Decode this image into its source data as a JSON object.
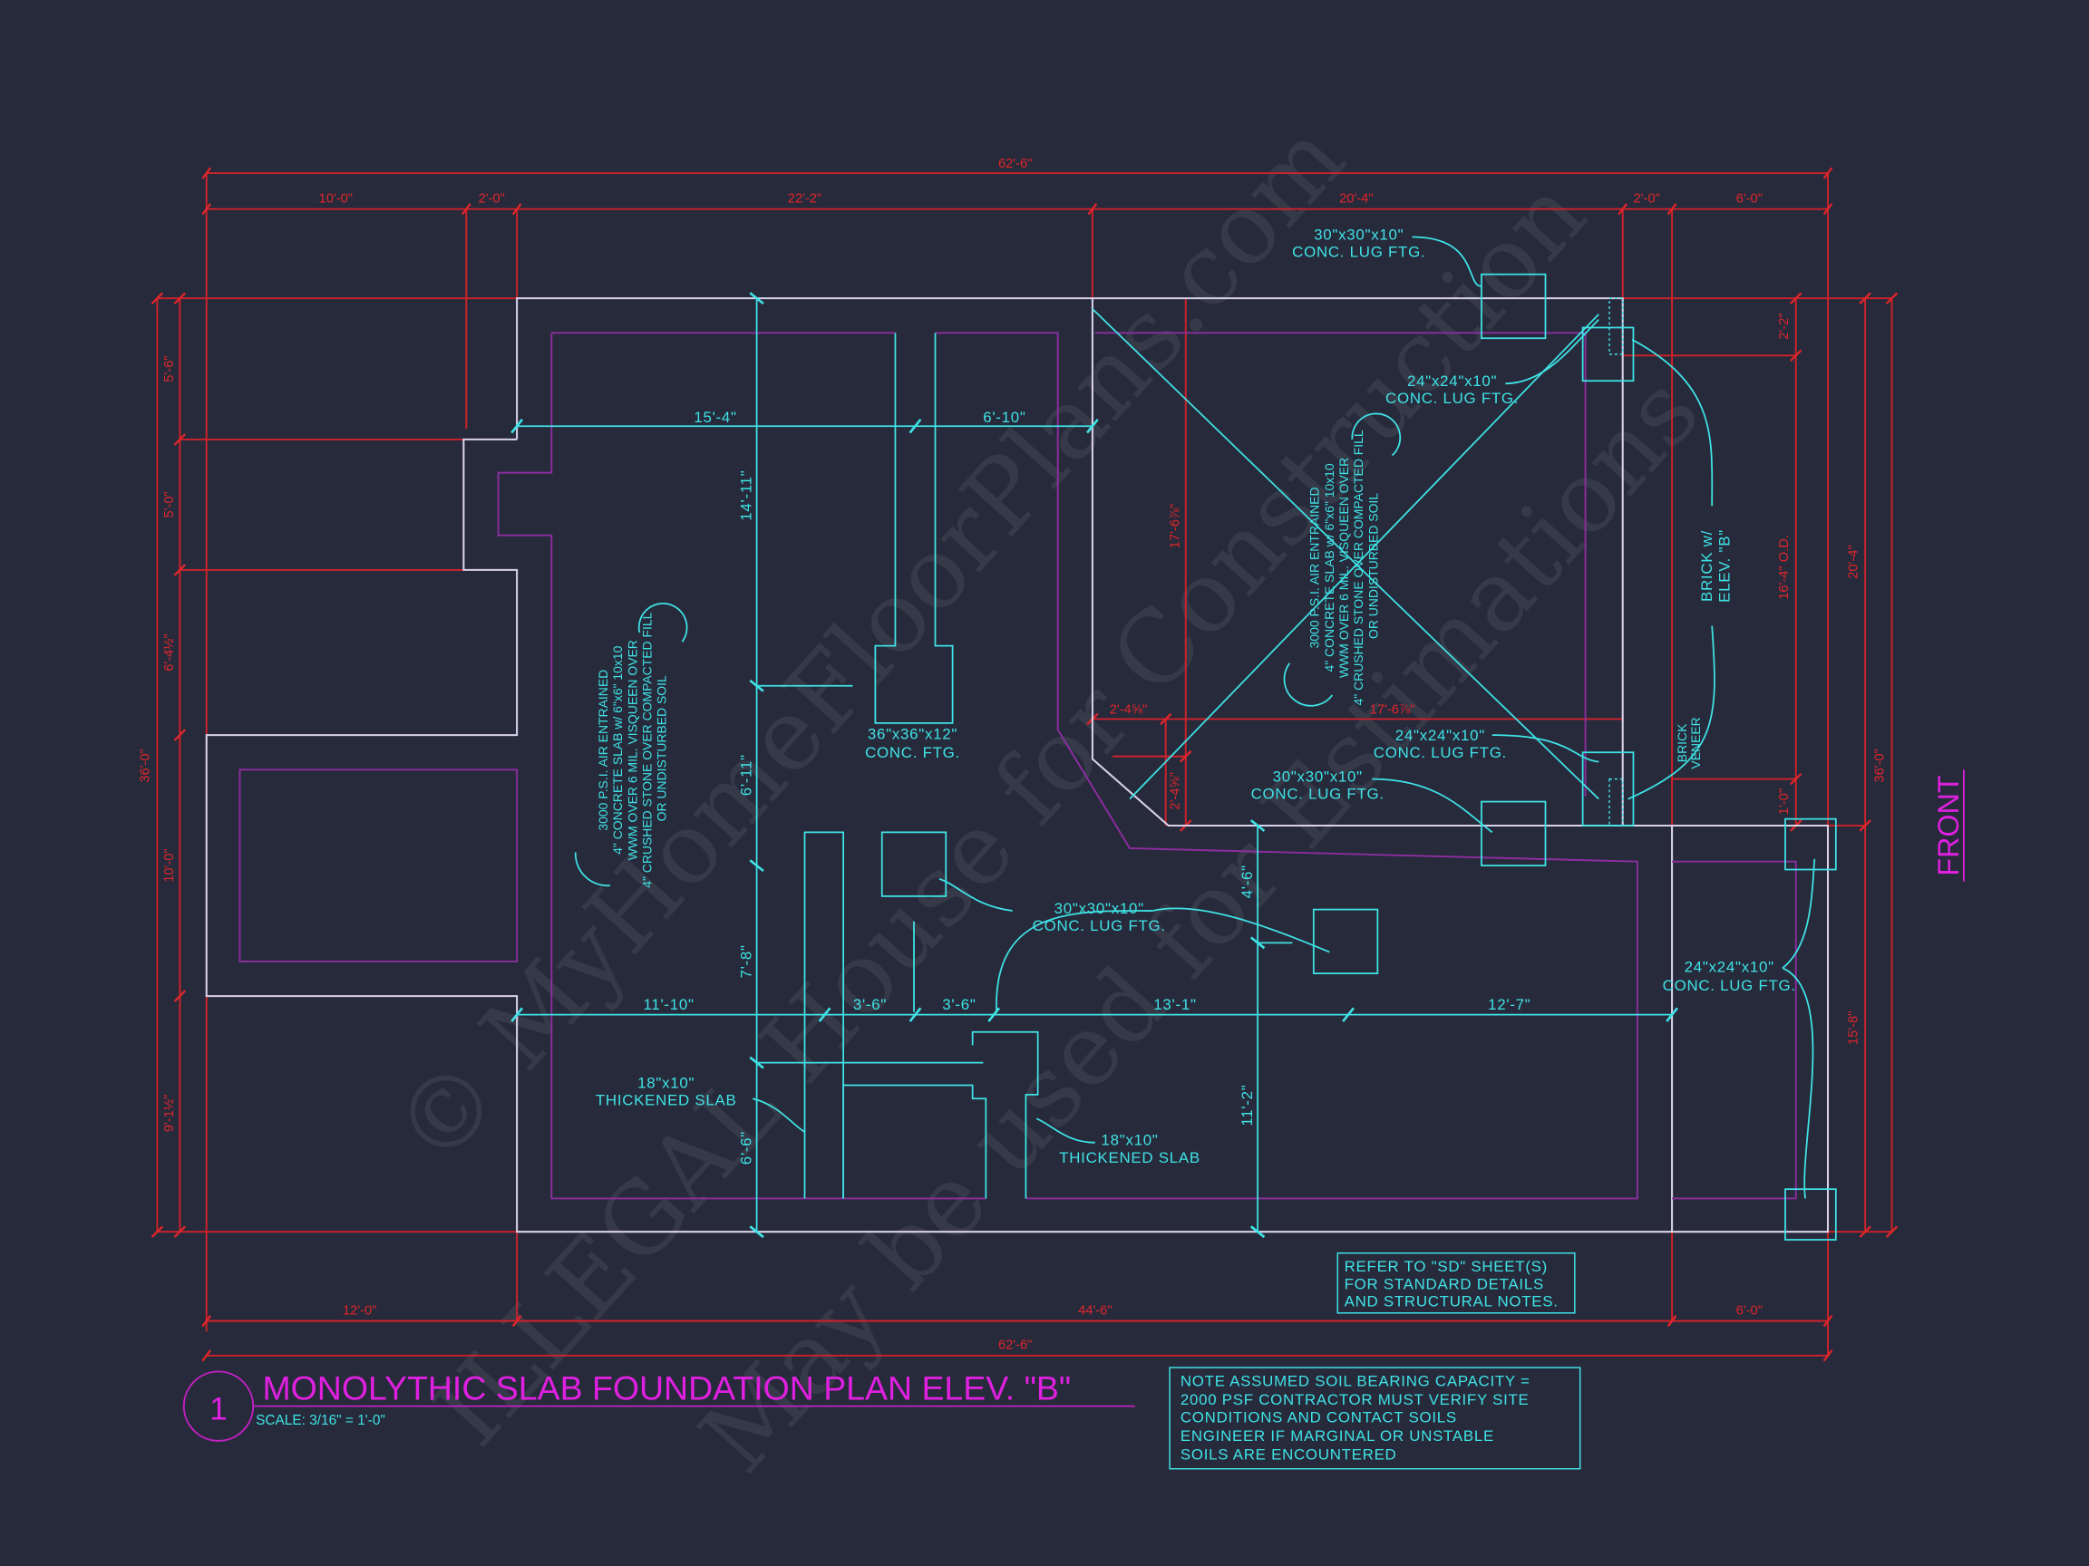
{
  "title": {
    "number": "1",
    "text": "MONOLYTHIC SLAB FOUNDATION PLAN ELEV. \"B\"",
    "scale": "SCALE: 3/16\" = 1'-0\""
  },
  "front_label": "FRONT",
  "watermark": {
    "line1": "© MyHomeFloorPlans.com",
    "line2": "ILLEGAL House for Construction",
    "line3": "May be used for Estimations"
  },
  "dims_top": {
    "overall": "62'-6\"",
    "segments": [
      "10'-0\"",
      "2'-0\"",
      "22'-2\"",
      "20'-4\"",
      "2'-0\"",
      "6'-0\""
    ]
  },
  "dims_bottom": {
    "overall": "62'-6\"",
    "segments": [
      "12'-0\"",
      "44'-6\"",
      "6'-0\""
    ]
  },
  "dims_left": {
    "overall": "36'-0\"",
    "segments": [
      "5'-6\"",
      "5'-0\"",
      "6'-4½\"",
      "10'-0\"",
      "9'-1½\""
    ]
  },
  "dims_right": {
    "inner": [
      "2'-2\"",
      "16'-4\" O.D.",
      "1'-0\""
    ],
    "middle": [
      "20'-4\"",
      "15'-8\""
    ],
    "overall": "36'-0\""
  },
  "dims_interior_red": [
    "17'-6⅞\"",
    "2'-4⅝\"",
    "17'-6⅞\"",
    "2'-4⅝\""
  ],
  "dims_interior_cyan": {
    "upper_row": [
      "15'-4\"",
      "6'-10\""
    ],
    "vertical_left": [
      "14'-11\"",
      "6'-11\"",
      "7'-8\"",
      "6'-6\""
    ],
    "lower_row": [
      "11'-10\"",
      "3'-6\"",
      "3'-6\"",
      "13'-1\"",
      "12'-7\""
    ],
    "vertical_mid": [
      "4'-6\"",
      "11'-2\""
    ]
  },
  "callouts": {
    "lug_30_top": [
      "30\"x30\"x10\"",
      "CONC. LUG FTG."
    ],
    "lug_24_top": [
      "24\"x24\"x10\"",
      "CONC. LUG FTG."
    ],
    "lug_24_mid": [
      "24\"x24\"x10\"",
      "CONC. LUG FTG."
    ],
    "lug_30_mid": [
      "30\"x30\"x10\"",
      "CONC. LUG FTG."
    ],
    "lug_30_low": [
      "30\"x30\"x10\"",
      "CONC. LUG FTG."
    ],
    "lug_24_garage": [
      "24\"x24\"x10\"",
      "CONC. LUG FTG."
    ],
    "conc_ftg": [
      "36\"x36\"x12\"",
      "CONC. FTG."
    ],
    "thick_slab_left": [
      "18\"x10\"",
      "THICKENED SLAB"
    ],
    "thick_slab_right": [
      "18\"x10\"",
      "THICKENED SLAB"
    ],
    "brick_elev": [
      "BRICK w/",
      "ELEV. \"B\""
    ],
    "brick_veneer": [
      "BRICK",
      "VENEER"
    ]
  },
  "slab_note": [
    "3000 P.S.I. AIR ENTRAINED",
    "4\" CONCRETE SLAB w/ 6\"x6\" 10x10",
    "WWM OVER 6 MIL. VISQUEEN OVER",
    "4\" CRUSHED STONE OVER COMPACTED FILL",
    "OR UNDISTURBED SOIL"
  ],
  "refer_note": [
    "REFER TO \"SD\" SHEET(S)",
    "FOR STANDARD DETAILS",
    "AND STRUCTURAL NOTES."
  ],
  "soil_note": [
    "NOTE ASSUMED SOIL BEARING CAPACITY =",
    "2000 PSF CONTRACTOR MUST VERIFY SITE",
    "CONDITIONS AND CONTACT SOILS",
    "ENGINEER IF MARGINAL OR UNSTABLE",
    "SOILS ARE ENCOUNTERED"
  ],
  "colors": {
    "background": "#272a3b",
    "dimension": "#e0262b",
    "annotation": "#3fe3e6",
    "title": "#e020e0",
    "wall": "#d9d2ea",
    "slab_edge": "#8d2da0"
  }
}
